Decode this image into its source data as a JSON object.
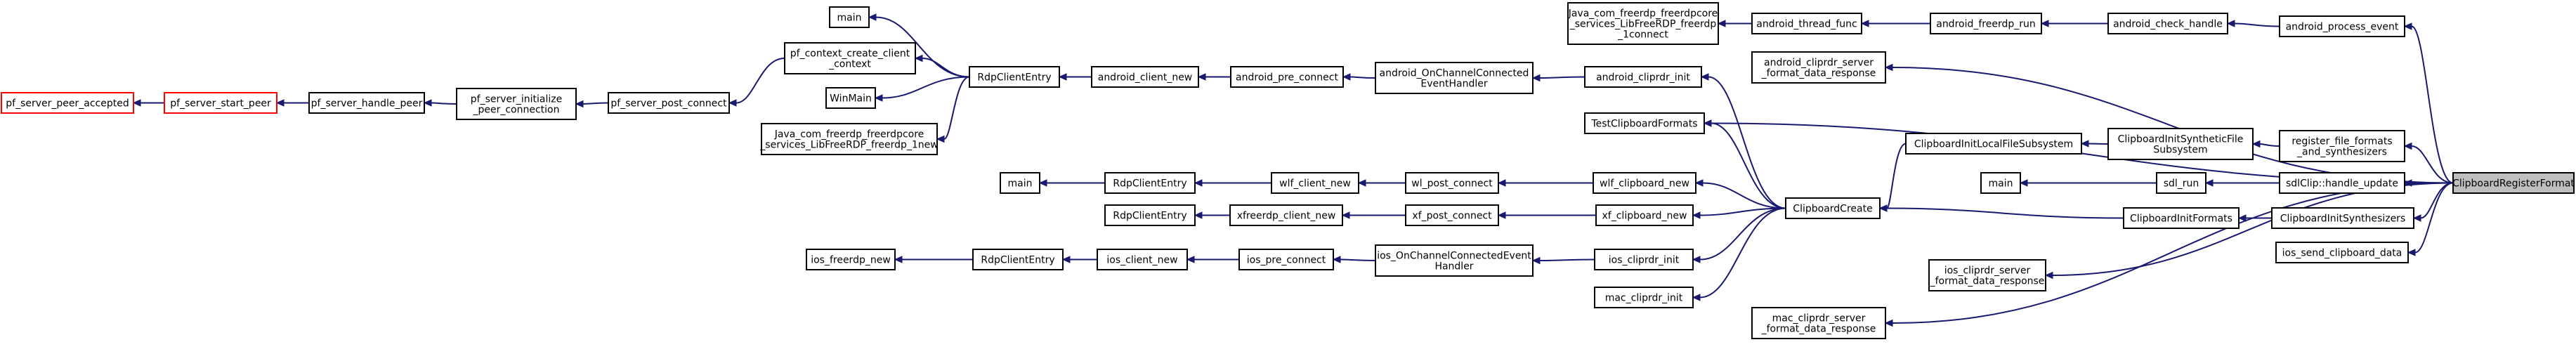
{
  "colors": {
    "edge": "#191970",
    "node_border": "#000000",
    "node_border_highlight": "#ff0000",
    "node_fill": "#ffffff",
    "node_fill_selected": "#bfbfbf"
  },
  "nodes": {
    "pf_server_peer_accepted": [
      "pf_server_peer_accepted"
    ],
    "pf_server_start_peer": [
      "pf_server_start_peer"
    ],
    "pf_server_handle_peer": [
      "pf_server_handle_peer"
    ],
    "pf_server_initialize_peer_connection": [
      "pf_server_initialize",
      "_peer_connection"
    ],
    "pf_server_post_connect": [
      "pf_server_post_connect"
    ],
    "main_1": [
      "main"
    ],
    "pf_context_create_client_context": [
      "pf_context_create_client",
      "_context"
    ],
    "winmain": [
      "WinMain"
    ],
    "java_libfreerdp_freerdp_1new": [
      "Java_com_freerdp_freerdpcore",
      "_services_LibFreeRDP_freerdp_1new"
    ],
    "rdpcliententry_1": [
      "RdpClientEntry"
    ],
    "android_client_new": [
      "android_client_new"
    ],
    "android_pre_connect": [
      "android_pre_connect"
    ],
    "android_onchannelconnectedeventhandler": [
      "android_OnChannelConnected",
      "EventHandler"
    ],
    "android_cliprdr_init": [
      "android_cliprdr_init"
    ],
    "java_libfreerdp_freerdp_1connect": [
      "Java_com_freerdp_freerdpcore",
      "_services_LibFreeRDP_freerdp",
      "_1connect"
    ],
    "android_thread_func": [
      "android_thread_func"
    ],
    "android_freerdp_run": [
      "android_freerdp_run"
    ],
    "android_check_handle": [
      "android_check_handle"
    ],
    "android_process_event": [
      "android_process_event"
    ],
    "android_cliprdr_server_format_data_response": [
      "android_cliprdr_server",
      "_format_data_response"
    ],
    "testclipboardformats": [
      "TestClipboardFormats"
    ],
    "clipboardinitlocalfilesubsystem": [
      "ClipboardInitLocalFileSubsystem"
    ],
    "clipboardinitsyntheticfilesubsystem": [
      "ClipboardInitSyntheticFile",
      "Subsystem"
    ],
    "register_file_formats_and_synthesizers": [
      "register_file_formats",
      "_and_synthesizers"
    ],
    "main_2": [
      "main"
    ],
    "rdpcliententry_2": [
      "RdpClientEntry"
    ],
    "wlf_client_new": [
      "wlf_client_new"
    ],
    "wl_post_connect": [
      "wl_post_connect"
    ],
    "wlf_clipboard_new": [
      "wlf_clipboard_new"
    ],
    "sdl_run": [
      "sdl_run"
    ],
    "sdlclip_handle_update": [
      "sdlClip::handle_update"
    ],
    "main_3": [
      "main"
    ],
    "clipboardregisterformat": [
      "ClipboardRegisterFormat"
    ],
    "rdpcliententry_3": [
      "RdpClientEntry"
    ],
    "xfreerdp_client_new": [
      "xfreerdp_client_new"
    ],
    "xf_post_connect": [
      "xf_post_connect"
    ],
    "xf_clipboard_new": [
      "xf_clipboard_new"
    ],
    "clipboardcreate": [
      "ClipboardCreate"
    ],
    "clipboardinitformats": [
      "ClipboardInitFormats"
    ],
    "clipboardinitsynthesizers": [
      "ClipboardInitSynthesizers"
    ],
    "ios_send_clipboard_data": [
      "ios_send_clipboard_data"
    ],
    "ios_freerdp_new": [
      "ios_freerdp_new"
    ],
    "rdpcliententry_4": [
      "RdpClientEntry"
    ],
    "ios_client_new": [
      "ios_client_new"
    ],
    "ios_pre_connect": [
      "ios_pre_connect"
    ],
    "ios_onchannelconnectedeventhandler": [
      "ios_OnChannelConnectedEvent",
      "Handler"
    ],
    "ios_cliprdr_init": [
      "ios_cliprdr_init"
    ],
    "ios_cliprdr_server_format_data_response": [
      "ios_cliprdr_server",
      "_format_data_response"
    ],
    "mac_cliprdr_init": [
      "mac_cliprdr_init"
    ],
    "mac_cliprdr_server_format_data_response": [
      "mac_cliprdr_server",
      "_format_data_response"
    ]
  },
  "edges": [
    [
      "pf_server_start_peer",
      "pf_server_peer_accepted"
    ],
    [
      "pf_server_handle_peer",
      "pf_server_start_peer"
    ],
    [
      "pf_server_initialize_peer_connection",
      "pf_server_handle_peer"
    ],
    [
      "pf_server_post_connect",
      "pf_server_initialize_peer_connection"
    ],
    [
      "pf_context_create_client_context",
      "pf_server_post_connect"
    ],
    [
      "rdpcliententry_1",
      "main_1"
    ],
    [
      "rdpcliententry_1",
      "pf_context_create_client_context"
    ],
    [
      "rdpcliententry_1",
      "winmain"
    ],
    [
      "rdpcliententry_1",
      "java_libfreerdp_freerdp_1new"
    ],
    [
      "android_client_new",
      "rdpcliententry_1"
    ],
    [
      "android_pre_connect",
      "android_client_new"
    ],
    [
      "android_onchannelconnectedeventhandler",
      "android_pre_connect"
    ],
    [
      "android_cliprdr_init",
      "android_onchannelconnectedeventhandler"
    ],
    [
      "android_thread_func",
      "java_libfreerdp_freerdp_1connect"
    ],
    [
      "android_freerdp_run",
      "android_thread_func"
    ],
    [
      "android_check_handle",
      "android_freerdp_run"
    ],
    [
      "android_process_event",
      "android_check_handle"
    ],
    [
      "clipboardregisterformat",
      "android_process_event"
    ],
    [
      "clipboardregisterformat",
      "android_cliprdr_server_format_data_response"
    ],
    [
      "clipboardregisterformat",
      "testclipboardformats"
    ],
    [
      "clipboardregisterformat",
      "register_file_formats_and_synthesizers"
    ],
    [
      "clipboardregisterformat",
      "sdlclip_handle_update"
    ],
    [
      "clipboardregisterformat",
      "clipboardinitsynthesizers"
    ],
    [
      "clipboardregisterformat",
      "ios_send_clipboard_data"
    ],
    [
      "clipboardregisterformat",
      "ios_cliprdr_server_format_data_response"
    ],
    [
      "clipboardregisterformat",
      "mac_cliprdr_server_format_data_response"
    ],
    [
      "register_file_formats_and_synthesizers",
      "clipboardinitsyntheticfilesubsystem"
    ],
    [
      "clipboardinitsyntheticfilesubsystem",
      "clipboardinitlocalfilesubsystem"
    ],
    [
      "clipboardinitlocalfilesubsystem",
      "clipboardcreate"
    ],
    [
      "sdlclip_handle_update",
      "sdl_run"
    ],
    [
      "sdl_run",
      "main_3"
    ],
    [
      "clipboardinitsynthesizers",
      "clipboardinitformats"
    ],
    [
      "clipboardinitformats",
      "clipboardcreate"
    ],
    [
      "clipboardcreate",
      "android_cliprdr_init"
    ],
    [
      "clipboardcreate",
      "testclipboardformats"
    ],
    [
      "clipboardcreate",
      "wlf_clipboard_new"
    ],
    [
      "clipboardcreate",
      "xf_clipboard_new"
    ],
    [
      "clipboardcreate",
      "ios_cliprdr_init"
    ],
    [
      "clipboardcreate",
      "mac_cliprdr_init"
    ],
    [
      "wlf_clipboard_new",
      "wl_post_connect"
    ],
    [
      "wl_post_connect",
      "wlf_client_new"
    ],
    [
      "wlf_client_new",
      "rdpcliententry_2"
    ],
    [
      "rdpcliententry_2",
      "main_2"
    ],
    [
      "xf_clipboard_new",
      "xf_post_connect"
    ],
    [
      "xf_post_connect",
      "xfreerdp_client_new"
    ],
    [
      "xfreerdp_client_new",
      "rdpcliententry_3"
    ],
    [
      "ios_cliprdr_init",
      "ios_onchannelconnectedeventhandler"
    ],
    [
      "ios_onchannelconnectedeventhandler",
      "ios_pre_connect"
    ],
    [
      "ios_pre_connect",
      "ios_client_new"
    ],
    [
      "ios_client_new",
      "rdpcliententry_4"
    ],
    [
      "rdpcliententry_4",
      "ios_freerdp_new"
    ]
  ]
}
